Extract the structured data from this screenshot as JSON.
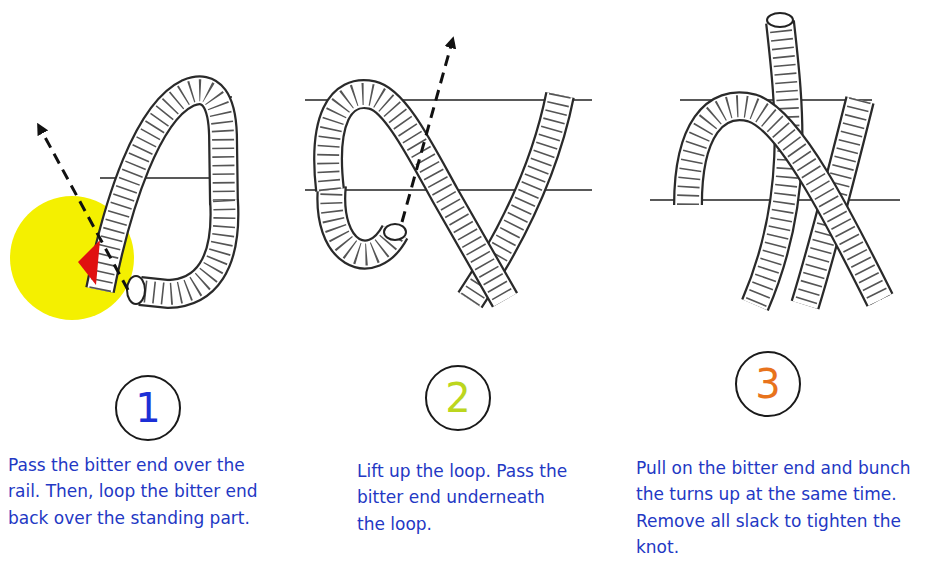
{
  "diagram": {
    "nodes": [
      {
        "text": [
          "1"
        ]
      },
      {
        "text": [
          "2"
        ]
      },
      {
        "text": [
          "3"
        ]
      }
    ],
    "labels": [
      "Pass the bitter end over the rail. Then, loop the bitter end back over the standing part.",
      "Lift up the loop. Pass the bitter end underneath the loop.",
      "Pull on the bitter end and bunch the turns up at the same time. Remove all slack to tighten the knot."
    ]
  }
}
